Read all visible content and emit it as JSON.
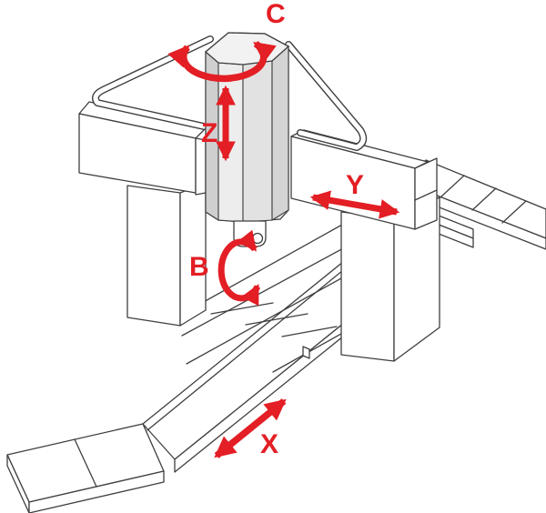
{
  "diagram": {
    "type": "machine-axes-diagram",
    "axis_labels": {
      "c": "C",
      "z": "Z",
      "y": "Y",
      "b": "B",
      "x": "X"
    },
    "axes": [
      {
        "label": "C",
        "motion": "rotary"
      },
      {
        "label": "Z",
        "motion": "linear"
      },
      {
        "label": "Y",
        "motion": "linear"
      },
      {
        "label": "B",
        "motion": "rotary"
      },
      {
        "label": "X",
        "motion": "linear"
      }
    ],
    "colors": {
      "arrow": "#e31e24",
      "outline": "#3f3f3f",
      "column_fill": "#e6e6e6",
      "background": "#ffffff"
    }
  }
}
